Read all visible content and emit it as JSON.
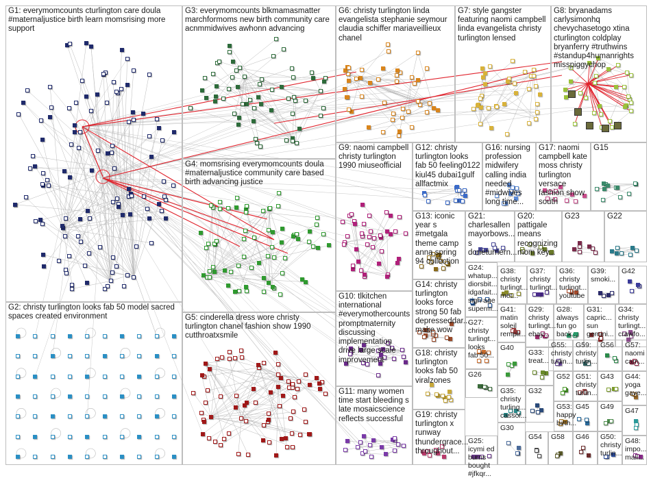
{
  "graph": {
    "edge_color": "#b8b8b8",
    "highlight_edge_color": "#e0202a",
    "groups": [
      {
        "id": "G1",
        "label": "G1: everymomcounts cturlington care doula #maternaljustice birth learn momsrising more support",
        "color": "#1f2a6b"
      },
      {
        "id": "G2",
        "label": "G2: christy turlington looks fab 50 model sacred spaces created environment",
        "color": "#2a8fc4"
      },
      {
        "id": "G3",
        "label": "G3: everymomcounts blkmamasmatter marchformoms new birth community care acnmmidwives awhonn advancing",
        "color": "#2d6b3a"
      },
      {
        "id": "G4",
        "label": "G4: momsrising everymomcounts doula #maternaljustice community care based birth advancing justice",
        "color": "#2f9a2f"
      },
      {
        "id": "G5",
        "label": "G5: cinderella dress wore christy turlington chanel fashion show 1990 cutthroatxsmile",
        "color": "#a01818"
      },
      {
        "id": "G6",
        "label": "G6: christy turlington linda evangelista stephanie seymour claudia schiffer mariaveillieux chanel",
        "color": "#d9851c"
      },
      {
        "id": "G7",
        "label": "G7: style gangster featuring naomi campbell linda evangelista christy turlington lensed",
        "color": "#d8b23a"
      },
      {
        "id": "G8",
        "label": "G8: bryanadams carlysimonhq chevychasetogo xtina cturlington coldplay bryanferry #truthwins #standup4humanrights misspiggychop",
        "color": "#9bc23a"
      },
      {
        "id": "G9",
        "label": "G9: naomi campbell christy turlington 1990 miuseofficial",
        "color": "#b0207a"
      },
      {
        "id": "G10",
        "label": "G10: tlkitchen international #everymothercounts promptmaternity discussing implementation drive large scale improvement",
        "color": "#6a2a8a"
      },
      {
        "id": "G11",
        "label": "G11: many women time start bleeding s late mosaicscience reflects successful",
        "color": "#7a3aa8"
      },
      {
        "id": "G12",
        "label": "G12: christy turlington looks fab 50 feeling0122 kiul45 dubai1gulf allfactmix",
        "color": "#3a6ac8"
      },
      {
        "id": "G13",
        "label": "G13: iconic year s #metgala theme camp anna spring 94 collection",
        "color": "#8a6a1a"
      },
      {
        "id": "G14",
        "label": "G14: christy turlington looks force strong 50 fab depresseddar... make wow",
        "color": "#9a4a2a"
      },
      {
        "id": "G15",
        "label": "G15",
        "color": "#3a8a6a"
      },
      {
        "id": "G16",
        "label": "G16: nursing profession midwifery calling india needed #midwives long time...",
        "color": "#5a8ad8"
      },
      {
        "id": "G17",
        "label": "G17: naomi campbell kate moss christy turlington versace fashion show south",
        "color": "#c84a8a"
      },
      {
        "id": "G18",
        "label": "G18: christy turlington looks fab 50 viralzones",
        "color": "#c8a83a"
      },
      {
        "id": "G19",
        "label": "G19: christy turlington x runway thundergrace... throughout...",
        "color": "#b83a6a"
      },
      {
        "id": "G20",
        "label": "G20: pattigale means recognizing mom key...",
        "color": "#6a7a2a"
      },
      {
        "id": "G21",
        "label": "G21: charlesallen mayorbows... s dorieturnern...",
        "color": "#4a4a9a"
      },
      {
        "id": "G22",
        "label": "G22",
        "color": "#2a7a8a"
      },
      {
        "id": "G23",
        "label": "G23",
        "color": "#7a2a4a"
      },
      {
        "id": "G24",
        "label": "G24: whatup... diorsbit... idgafait... sigh age superm...",
        "color": "#2a5a9a"
      },
      {
        "id": "G25",
        "label": "G25: icymi ed burns bought #jfkqr...",
        "color": "#6a3a8a"
      },
      {
        "id": "G26",
        "label": "G26",
        "color": "#3a6a3a"
      },
      {
        "id": "G27",
        "label": "G27: christy turlingt... looks fab 50...",
        "color": "#c86a2a"
      },
      {
        "id": "G28",
        "label": "G28: always fun go back...",
        "color": "#2a9a6a"
      },
      {
        "id": "G29",
        "label": "G29: christy turlingt... ebay...",
        "color": "#9a2a6a"
      },
      {
        "id": "G30",
        "label": "G30",
        "color": "#4a6a9a"
      },
      {
        "id": "G31",
        "label": "G31: capric... sun gemini...",
        "color": "#8a2a2a"
      },
      {
        "id": "G32",
        "label": "G32",
        "color": "#2a4a7a"
      },
      {
        "id": "G33",
        "label": "G33: treat...",
        "color": "#6a8a2a"
      },
      {
        "id": "G34",
        "label": "G34: christy turlingt... crawfo...",
        "color": "#8a4a8a"
      },
      {
        "id": "G35",
        "label": "G35: christy turling... cassol...",
        "color": "#2a8a8a"
      },
      {
        "id": "G36",
        "label": "G36: christy turlingt... youtube",
        "color": "#a84a2a"
      },
      {
        "id": "G37",
        "label": "G37: christy turlingt...",
        "color": "#4a2a8a"
      },
      {
        "id": "G38",
        "label": "G38: christy turlingt... met...",
        "color": "#8a8a2a"
      },
      {
        "id": "G39",
        "label": "G39: smoki...",
        "color": "#2a2a6a"
      },
      {
        "id": "G40",
        "label": "G40",
        "color": "#3a9a3a"
      },
      {
        "id": "G41",
        "label": "G41: matin soleil rempli...",
        "color": "#9a3a3a"
      },
      {
        "id": "G42",
        "label": "G42",
        "color": "#3a3a9a"
      },
      {
        "id": "G43",
        "label": "G43",
        "color": "#7a9a2a"
      },
      {
        "id": "G44",
        "label": "G44: yoga gave...",
        "color": "#9a6a2a"
      },
      {
        "id": "G45",
        "label": "G45",
        "color": "#2a6a9a"
      },
      {
        "id": "G46",
        "label": "G46",
        "color": "#6a2a2a"
      },
      {
        "id": "G47",
        "label": "G47",
        "color": "#2a9a9a"
      },
      {
        "id": "G48",
        "label": "G48: impo... mail...",
        "color": "#8a2a8a"
      },
      {
        "id": "G49",
        "label": "G49",
        "color": "#4a8a4a"
      },
      {
        "id": "G50",
        "label": "G50: christy turlin...",
        "color": "#2a4a9a"
      },
      {
        "id": "G51",
        "label": "G51: christy turlin...",
        "color": "#9a4a4a"
      },
      {
        "id": "G52",
        "label": "G52",
        "color": "#4a9a2a"
      },
      {
        "id": "G53",
        "label": "G53: happy birth...",
        "color": "#a87a2a"
      },
      {
        "id": "G54",
        "label": "G54",
        "color": "#4a4a4a"
      },
      {
        "id": "G55",
        "label": "G55: christy turlin...",
        "color": "#6a4a9a"
      },
      {
        "id": "G56",
        "label": "G56",
        "color": "#2a8a4a"
      },
      {
        "id": "G57",
        "label": "G57: naomi cam...",
        "color": "#9a2a4a"
      },
      {
        "id": "G58",
        "label": "G58",
        "color": "#5a5a2a"
      },
      {
        "id": "G59",
        "label": "G59: christy turlin...",
        "color": "#2a5a5a"
      }
    ]
  }
}
